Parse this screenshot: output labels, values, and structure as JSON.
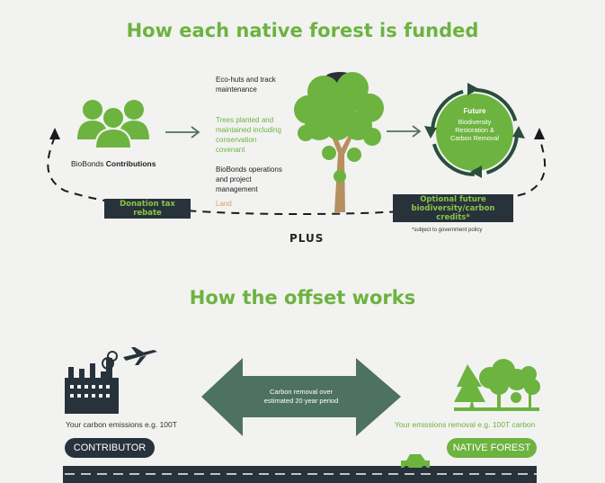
{
  "section1": {
    "title": "How each native forest is funded",
    "contributions_brand": "BioBonds",
    "contributions_label": "Contributions",
    "funding_items": [
      {
        "text": "Eco-huts and track maintenance",
        "color": "#222222"
      },
      {
        "text": "Trees planted and maintained including conservation covenant",
        "color": "#6db33f"
      },
      {
        "text": "BioBonds operations and project management",
        "color": "#222222"
      },
      {
        "text": "Land",
        "color": "#d9a066"
      }
    ],
    "future_title": "Future",
    "future_text": "Biodiversity Restoration & Carbon Removal",
    "donation_box": "Donation tax rebate",
    "credits_box": "Optional future biodiversity/carbon credits*",
    "footnote": "*subject to government policy",
    "plus": "PLUS"
  },
  "section2": {
    "title": "How the offset works",
    "arrow_text": "Carbon removal over estimated 20 year period",
    "emissions_text": "Your carbon emissions e.g. 100T",
    "removal_text": "Your emissions removal e.g. 100T carbon",
    "contributor_label": "CONTRIBUTOR",
    "forest_label": "NATIVE FOREST"
  },
  "colors": {
    "accent_green": "#6db33f",
    "dark_navy": "#27323b",
    "arrow_green": "#4e7262",
    "land_orange": "#d9a066",
    "background": "#f2f2f1"
  },
  "icons": [
    "people-icon",
    "right-arrow-icon",
    "tree-icon",
    "cycle-arrows-icon",
    "factory-icon",
    "airplane-icon",
    "forest-icon",
    "car-icon",
    "double-arrow-icon",
    "road-icon"
  ]
}
